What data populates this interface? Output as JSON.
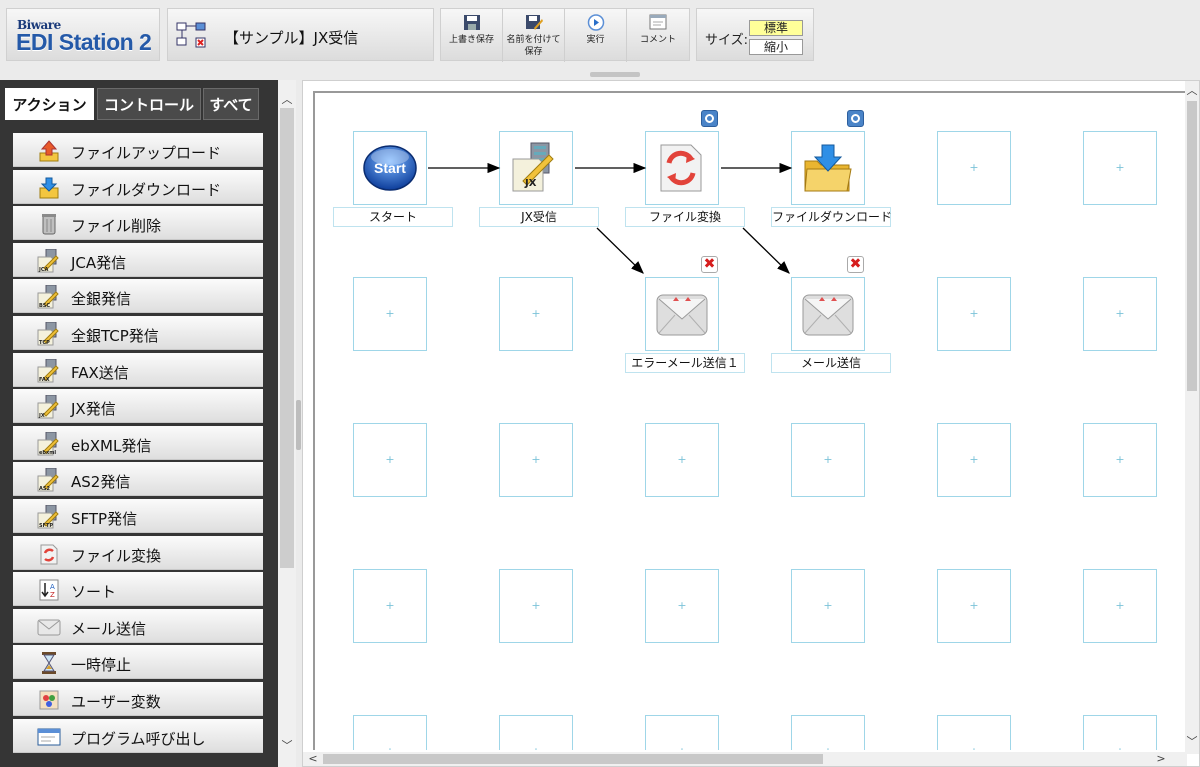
{
  "logo": {
    "small": "Biware",
    "big": "EDI Station 2"
  },
  "flow_title": "【サンプル】JX受信",
  "toolbar": {
    "overwrite_save": "上書き保存",
    "save_as_line1": "名前を付けて",
    "save_as_line2": "保存",
    "run": "実行",
    "comment": "コメント"
  },
  "size": {
    "label": "サイズ:",
    "normal": "標準",
    "small": "縮小"
  },
  "tabs": {
    "action": "アクション",
    "control": "コントロール",
    "all": "すべて"
  },
  "actions": [
    {
      "label": "ファイルアップロード",
      "icon": "upload-icon"
    },
    {
      "label": "ファイルダウンロード",
      "icon": "download-icon"
    },
    {
      "label": "ファイル削除",
      "icon": "trash-icon"
    },
    {
      "label": "JCA発信",
      "icon": "jca-icon",
      "tag": "JCA"
    },
    {
      "label": "全銀発信",
      "icon": "zengin-icon",
      "tag": "BSC"
    },
    {
      "label": "全銀TCP発信",
      "icon": "zengin-tcp-icon",
      "tag": "TCP"
    },
    {
      "label": "FAX送信",
      "icon": "fax-icon",
      "tag": "FAX"
    },
    {
      "label": "JX発信",
      "icon": "jx-icon",
      "tag": "JX"
    },
    {
      "label": "ebXML発信",
      "icon": "ebxml-icon",
      "tag": "ebxml"
    },
    {
      "label": "AS2発信",
      "icon": "as2-icon",
      "tag": "AS2"
    },
    {
      "label": "SFTP発信",
      "icon": "sftp-icon",
      "tag": "SFTP"
    },
    {
      "label": "ファイル変換",
      "icon": "convert-icon"
    },
    {
      "label": "ソート",
      "icon": "sort-icon"
    },
    {
      "label": "メール送信",
      "icon": "mail-icon"
    },
    {
      "label": "一時停止",
      "icon": "hourglass-icon"
    },
    {
      "label": "ユーザー変数",
      "icon": "variable-icon"
    },
    {
      "label": "プログラム呼び出し",
      "icon": "program-icon"
    }
  ],
  "nodes": {
    "start": {
      "label": "スタート",
      "img": "Start"
    },
    "jx": {
      "label": "JX受信",
      "img": "JX"
    },
    "convert": {
      "label": "ファイル変換"
    },
    "download": {
      "label": "ファイルダウンロード"
    },
    "error_mail": {
      "label": "エラーメール送信１"
    },
    "mail": {
      "label": "メール送信"
    }
  },
  "cell_plus": "+",
  "colors": {
    "cell_border": "#9fd6e8",
    "size_selected": "#ffff99",
    "badge_ok": "#4a84c8",
    "badge_err": "#d61d1d"
  }
}
